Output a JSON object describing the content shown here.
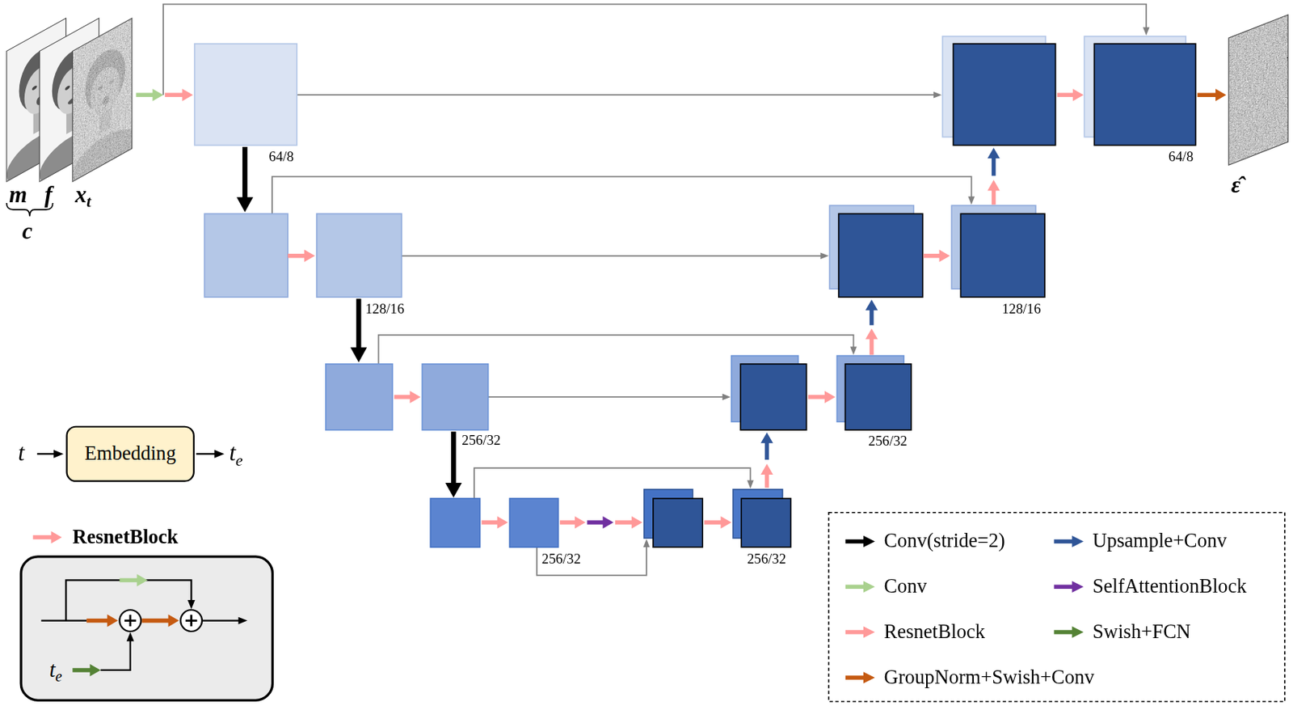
{
  "diagram": {
    "nodes": [
      {
        "text": [
          "Embedding"
        ]
      },
      {
        "text": [
          "ResnetBlock",
          "te"
        ]
      }
    ],
    "labels": [
      "m",
      "f",
      "xt",
      "c",
      "64/8",
      "128/16",
      "256/32",
      "256/32",
      "256/32",
      "256/32",
      "128/16",
      "64/8",
      "ε̂",
      "t",
      "te"
    ],
    "legend": [
      {
        "text": "Conv(stride=2)",
        "color": "#000000"
      },
      {
        "text": "Upsample+Conv",
        "color": "#2f5597"
      },
      {
        "text": "Conv",
        "color": "#a9d18e"
      },
      {
        "text": "SelfAttentionBlock",
        "color": "#7030a0"
      },
      {
        "text": "ResnetBlock",
        "color": "#ff9999"
      },
      {
        "text": "Swish+FCN",
        "color": "#548235"
      },
      {
        "text": "GroupNorm+Swish+Conv",
        "color": "#c55a11"
      }
    ]
  }
}
